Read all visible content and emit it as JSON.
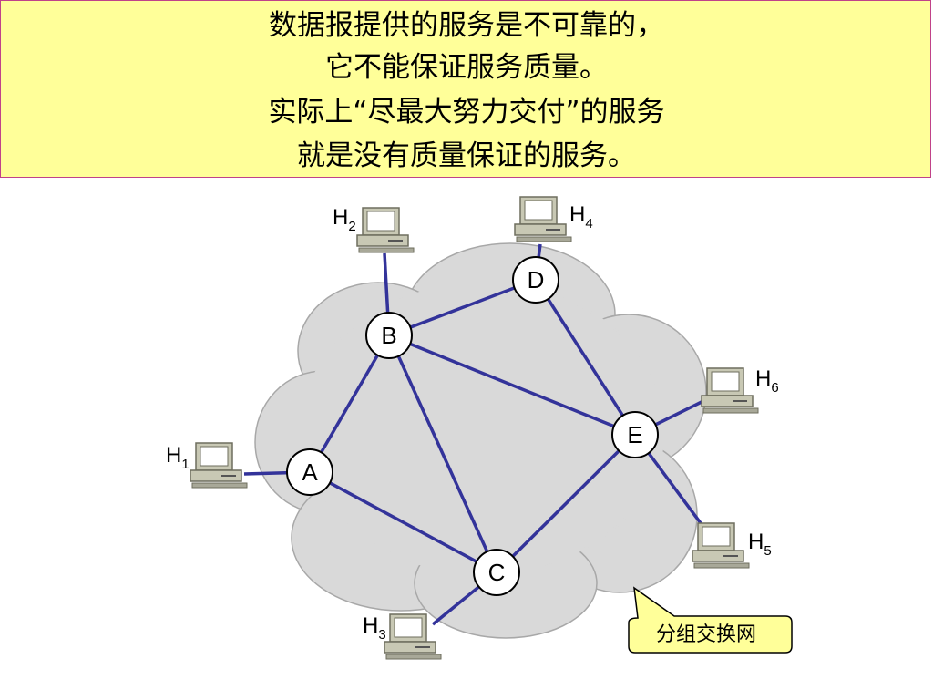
{
  "header": {
    "lines": [
      "数据报提供的服务是不可靠的，",
      "它不能保证服务质量。",
      "实际上“尽最大努力交付”的服务",
      "就是没有质量保证的服务。"
    ]
  },
  "diagram": {
    "nodes": {
      "A": "A",
      "B": "B",
      "C": "C",
      "D": "D",
      "E": "E"
    },
    "hosts": {
      "H1": {
        "main": "H",
        "sub": "1"
      },
      "H2": {
        "main": "H",
        "sub": "2"
      },
      "H3": {
        "main": "H",
        "sub": "3"
      },
      "H4": {
        "main": "H",
        "sub": "4"
      },
      "H5": {
        "main": "H",
        "sub": "5"
      },
      "H6": {
        "main": "H",
        "sub": "6"
      }
    },
    "callout": "分组交换网",
    "colors": {
      "link": "#33339a",
      "cloud": "#d9d9d9",
      "callout_fill": "#ffff99",
      "header_fill": "#ffff99"
    }
  }
}
